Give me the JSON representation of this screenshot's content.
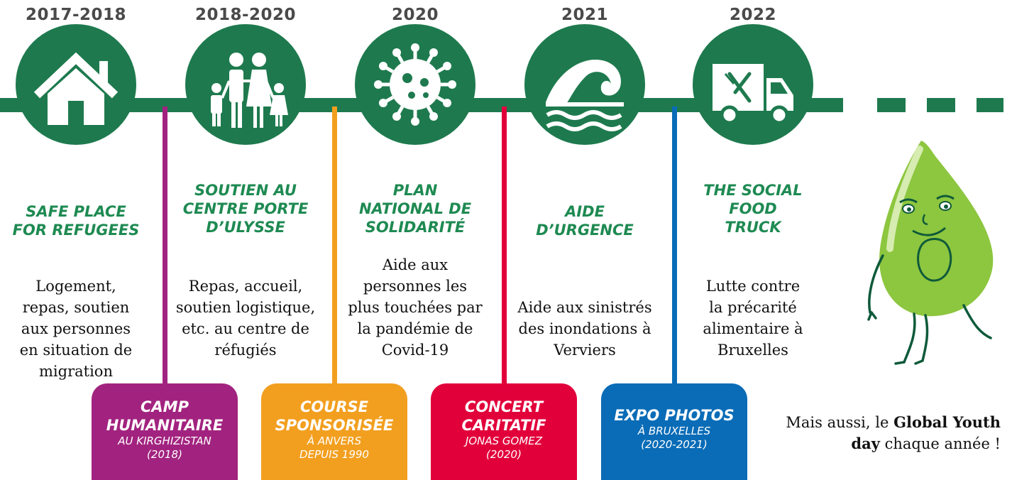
{
  "timeline": [
    {
      "year": "2017-2018",
      "title": [
        "SAFE PLACE",
        "FOR REFUGEES"
      ],
      "description": [
        "Logement,",
        "repas, soutien",
        "aux personnes",
        "en situation de",
        "migration"
      ],
      "icon": "house-icon"
    },
    {
      "year": "2018-2020",
      "title": [
        "SOUTIEN AU",
        "CENTRE PORTE",
        "D’ULYSSE"
      ],
      "description": [
        "Repas, accueil,",
        "soutien logistique,",
        "etc. au centre de",
        "réfugiés"
      ],
      "icon": "family-icon"
    },
    {
      "year": "2020",
      "title": [
        "PLAN",
        "NATIONAL DE",
        "SOLIDARITÉ"
      ],
      "description": [
        "Aide aux",
        "personnes les",
        "plus touchées par",
        "la pandémie de",
        "Covid-19"
      ],
      "icon": "virus-icon"
    },
    {
      "year": "2021",
      "title": [
        "AIDE",
        "D’URGENCE"
      ],
      "description": [
        "Aide aux sinistrés",
        "des inondations à",
        "Verviers"
      ],
      "icon": "wave-icon"
    },
    {
      "year": "2022",
      "title": [
        "THE SOCIAL",
        "FOOD",
        "TRUCK"
      ],
      "description": [
        "Lutte contre",
        "la précarité",
        "alimentaire à",
        "Bruxelles"
      ],
      "icon": "food-truck-icon"
    }
  ],
  "events": [
    {
      "title": [
        "CAMP",
        "HUMANITAIRE"
      ],
      "subtitle": [
        "AU KIRGHIZISTAN",
        "(2018)"
      ],
      "color": "#a2237f"
    },
    {
      "title": [
        "COURSE",
        "SPONSORISÉE"
      ],
      "subtitle": [
        "À ANVERS",
        "DEPUIS 1990"
      ],
      "color": "#f29f1f"
    },
    {
      "title": [
        "CONCERT",
        "CARITATIF"
      ],
      "subtitle": [
        "JONAS GOMEZ",
        "(2020)"
      ],
      "color": "#e2003b"
    },
    {
      "title": [
        "EXPO PHOTOS"
      ],
      "subtitle": [
        "À BRUXELLES",
        "(2020-2021)"
      ],
      "color": "#0a6cb7"
    }
  ],
  "footnote": {
    "prefix": "Mais aussi, le ",
    "bold": "Global Youth day",
    "suffix": " chaque année !"
  },
  "colors": {
    "green": "#1e7a4e",
    "title_green": "#1e8a52",
    "mascot": "#8dc63f"
  }
}
